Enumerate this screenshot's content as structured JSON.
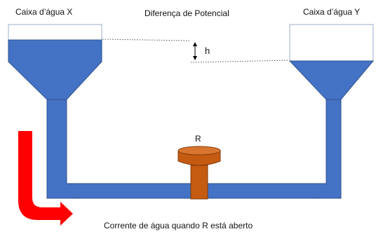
{
  "labels": {
    "tank_x": "Caixa d’água X",
    "tank_y": "Caixa d’água Y",
    "potential_difference": "Diferença de Potencial",
    "height": "h",
    "valve": "R",
    "current": "Corrente de água quando R está aberto"
  },
  "colors": {
    "water": "#4472c4",
    "water_edge": "#2f528f",
    "valve": "#c55a11",
    "valve_edge": "#843c0c",
    "arrow": "#ff0000",
    "container_outline": "#9aaecb",
    "dotted_line": "#555555"
  }
}
